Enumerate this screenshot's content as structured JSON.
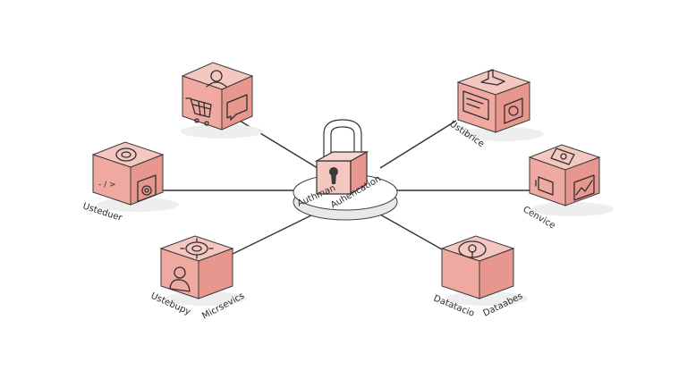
{
  "hub": {
    "label_left": "Authman",
    "label_right": "Auhencation",
    "icon": "padlock-icon"
  },
  "nodes": [
    {
      "id": "shop",
      "icons": [
        "user-icon",
        "shopping-cart-icon",
        "chat-bubble-icon"
      ],
      "labels": []
    },
    {
      "id": "user-dev",
      "icons": [
        "target-icon",
        "code-icon",
        "gear-icon"
      ],
      "labels": [
        "Usteduer"
      ]
    },
    {
      "id": "micro",
      "icons": [
        "gear-icon",
        "user-icon"
      ],
      "labels": [
        "Ustebupy",
        "Micrsevics"
      ]
    },
    {
      "id": "service-top",
      "icons": [
        "factory-icon",
        "document-icon",
        "circle-icon"
      ],
      "labels": [
        "Ustibrice"
      ]
    },
    {
      "id": "service-right",
      "icons": [
        "camera-icon",
        "battery-icon",
        "chart-icon"
      ],
      "labels": [
        "Cenvice"
      ]
    },
    {
      "id": "database",
      "icons": [
        "database-icon"
      ],
      "labels": [
        "Datatacio",
        "Dataabes"
      ]
    }
  ],
  "colors": {
    "cube_top": "#f4c7c0",
    "cube_left": "#f0a9a1",
    "cube_right": "#e8978e",
    "line": "#333333"
  }
}
